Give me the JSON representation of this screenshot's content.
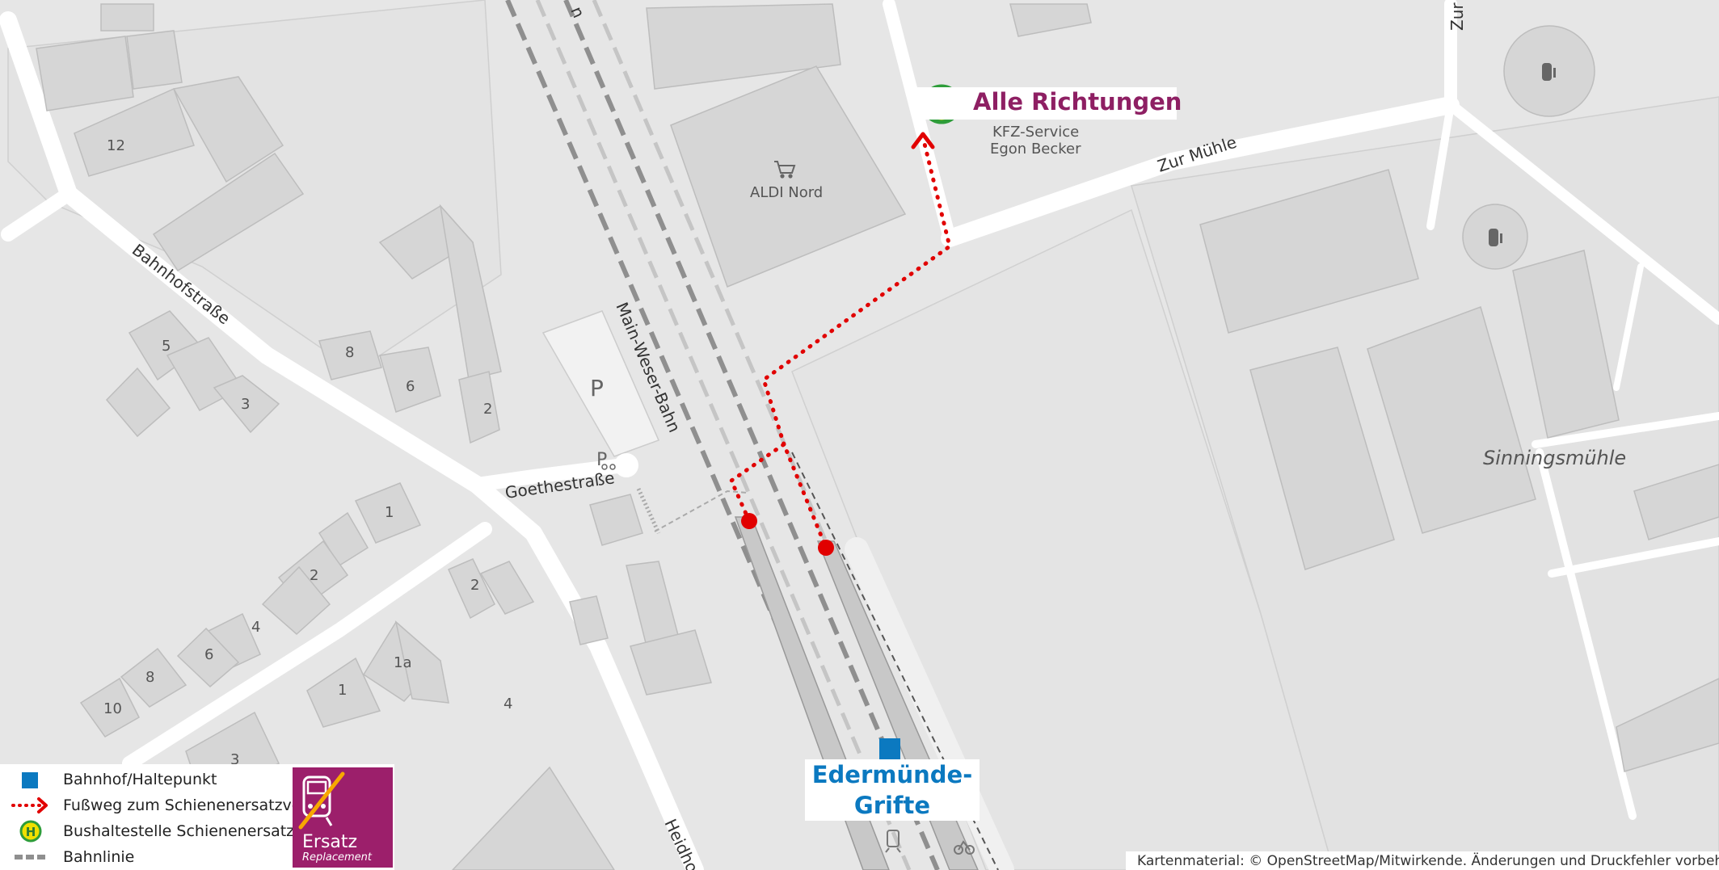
{
  "map": {
    "streets": {
      "bahnhofstrasse": "Bahnhofstraße",
      "goethestrasse": "Goethestraße",
      "zur_muehle": "Zur Mühle",
      "zur_top": "Zur",
      "heidhof": "Heidho",
      "main_weser_bahn": "Main-Weser-Bahn",
      "railway_top": "n"
    },
    "places": {
      "sinningsmuehle": "Sinningsmühle",
      "aldi": "ALDI Nord",
      "kfz_line1": "KFZ-Service",
      "kfz_line2": "Egon Becker",
      "parking": "P"
    },
    "house_numbers": [
      "12",
      "5",
      "3",
      "8",
      "6",
      "2",
      "1",
      "2",
      "2",
      "4",
      "6",
      "8",
      "10",
      "1",
      "1a",
      "4",
      "3"
    ],
    "bus_stop": {
      "symbol": "H",
      "name": "Alle Richtungen",
      "color": "#8e1f63"
    },
    "station": {
      "name_line1": "Edermünde-",
      "name_line2": "Grifte",
      "color": "#0b79c0"
    },
    "route_color": "#e10000"
  },
  "legend": {
    "items": [
      {
        "icon": "station-square-icon",
        "label": "Bahnhof/Haltepunkt"
      },
      {
        "icon": "dotted-arrow-icon",
        "label": "Fußweg zum Schienenersatzverkehr"
      },
      {
        "icon": "bus-stop-h-icon",
        "label": "Bushaltestelle Schienenersatzverkehr"
      },
      {
        "icon": "rail-line-icon",
        "label": "Bahnlinie"
      }
    ],
    "ersatz_title": "Ersatz",
    "ersatz_subtitle": "Replacement",
    "ersatz_color": "#9c1f6b"
  },
  "attribution": "Kartenmaterial: © OpenStreetMap/Mitwirkende. Änderungen und Druckfehler vorbehalten."
}
